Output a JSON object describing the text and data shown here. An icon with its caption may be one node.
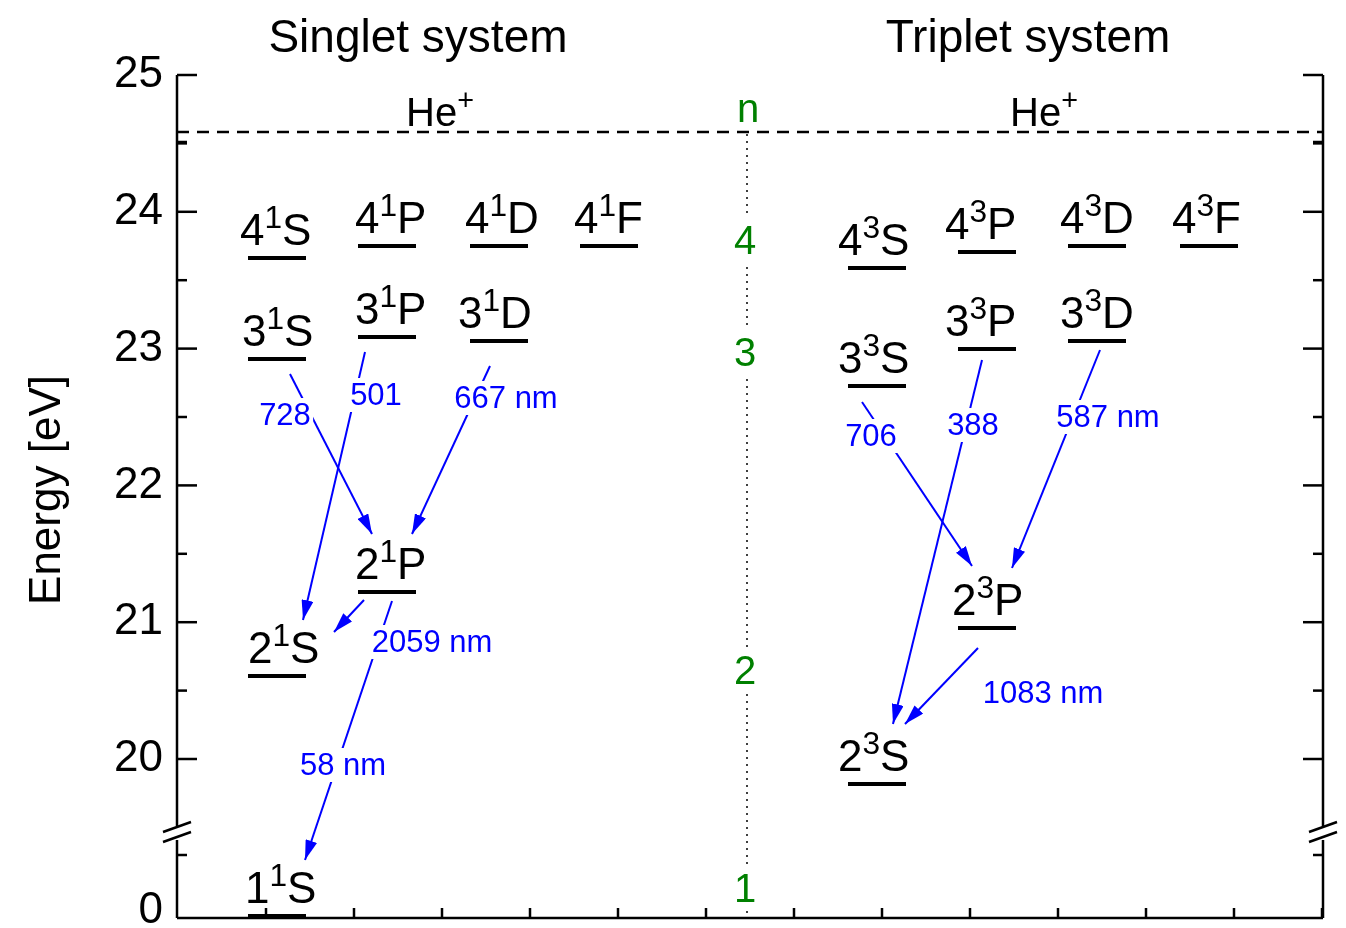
{
  "diagram": {
    "nodes": [
      {
        "text": [
          "4$^{1}$S"
        ]
      },
      {
        "text": [
          "4$^{1}$P"
        ]
      },
      {
        "text": [
          "4$^{1}$D"
        ]
      },
      {
        "text": [
          "4$^{1}$F"
        ]
      },
      {
        "text": [
          "3$^{1}$S"
        ]
      },
      {
        "text": [
          "3$^{1}$P"
        ]
      },
      {
        "text": [
          "3$^{1}$D"
        ]
      },
      {
        "text": [
          "2$^{1}$P"
        ]
      },
      {
        "text": [
          "2$^{1}$S"
        ]
      },
      {
        "text": [
          "1$^{1}$S"
        ]
      },
      {
        "text": [
          "4$^{3}$S"
        ]
      },
      {
        "text": [
          "4$^{3}$P"
        ]
      },
      {
        "text": [
          "4$^{3}$D"
        ]
      },
      {
        "text": [
          "4$^{3}$F"
        ]
      },
      {
        "text": [
          "3$^{3}$S"
        ]
      },
      {
        "text": [
          "3$^{3}$P"
        ]
      },
      {
        "text": [
          "3$^{3}$D"
        ]
      },
      {
        "text": [
          "2$^{3}$P"
        ]
      },
      {
        "text": [
          "2$^{3}$S"
        ]
      }
    ],
    "edges": [
      {
        "from": 4,
        "to": 7,
        "arrow": "to",
        "label": "728"
      },
      {
        "from": 5,
        "to": 8,
        "arrow": "to",
        "label": "501"
      },
      {
        "from": 6,
        "to": 7,
        "arrow": "to",
        "label": "667 nm"
      },
      {
        "from": 7,
        "to": 8,
        "arrow": "to",
        "label": "2059 nm"
      },
      {
        "from": 7,
        "to": 9,
        "arrow": "to",
        "label": "58 nm"
      },
      {
        "from": 14,
        "to": 17,
        "arrow": "to",
        "label": "706"
      },
      {
        "from": 15,
        "to": 18,
        "arrow": "to",
        "label": "388"
      },
      {
        "from": 16,
        "to": 17,
        "arrow": "to",
        "label": "587 nm"
      },
      {
        "from": 17,
        "to": 18,
        "arrow": "to",
        "label": "1083 nm"
      }
    ],
    "labels": [
      "Singlet system",
      "Triplet system",
      "25",
      "He$^{+}$",
      "n",
      "He$^{+}$",
      "24",
      "4",
      "23",
      "3",
      "Energy [eV]",
      "22",
      "21",
      "2",
      "20",
      "0",
      "1"
    ]
  }
}
